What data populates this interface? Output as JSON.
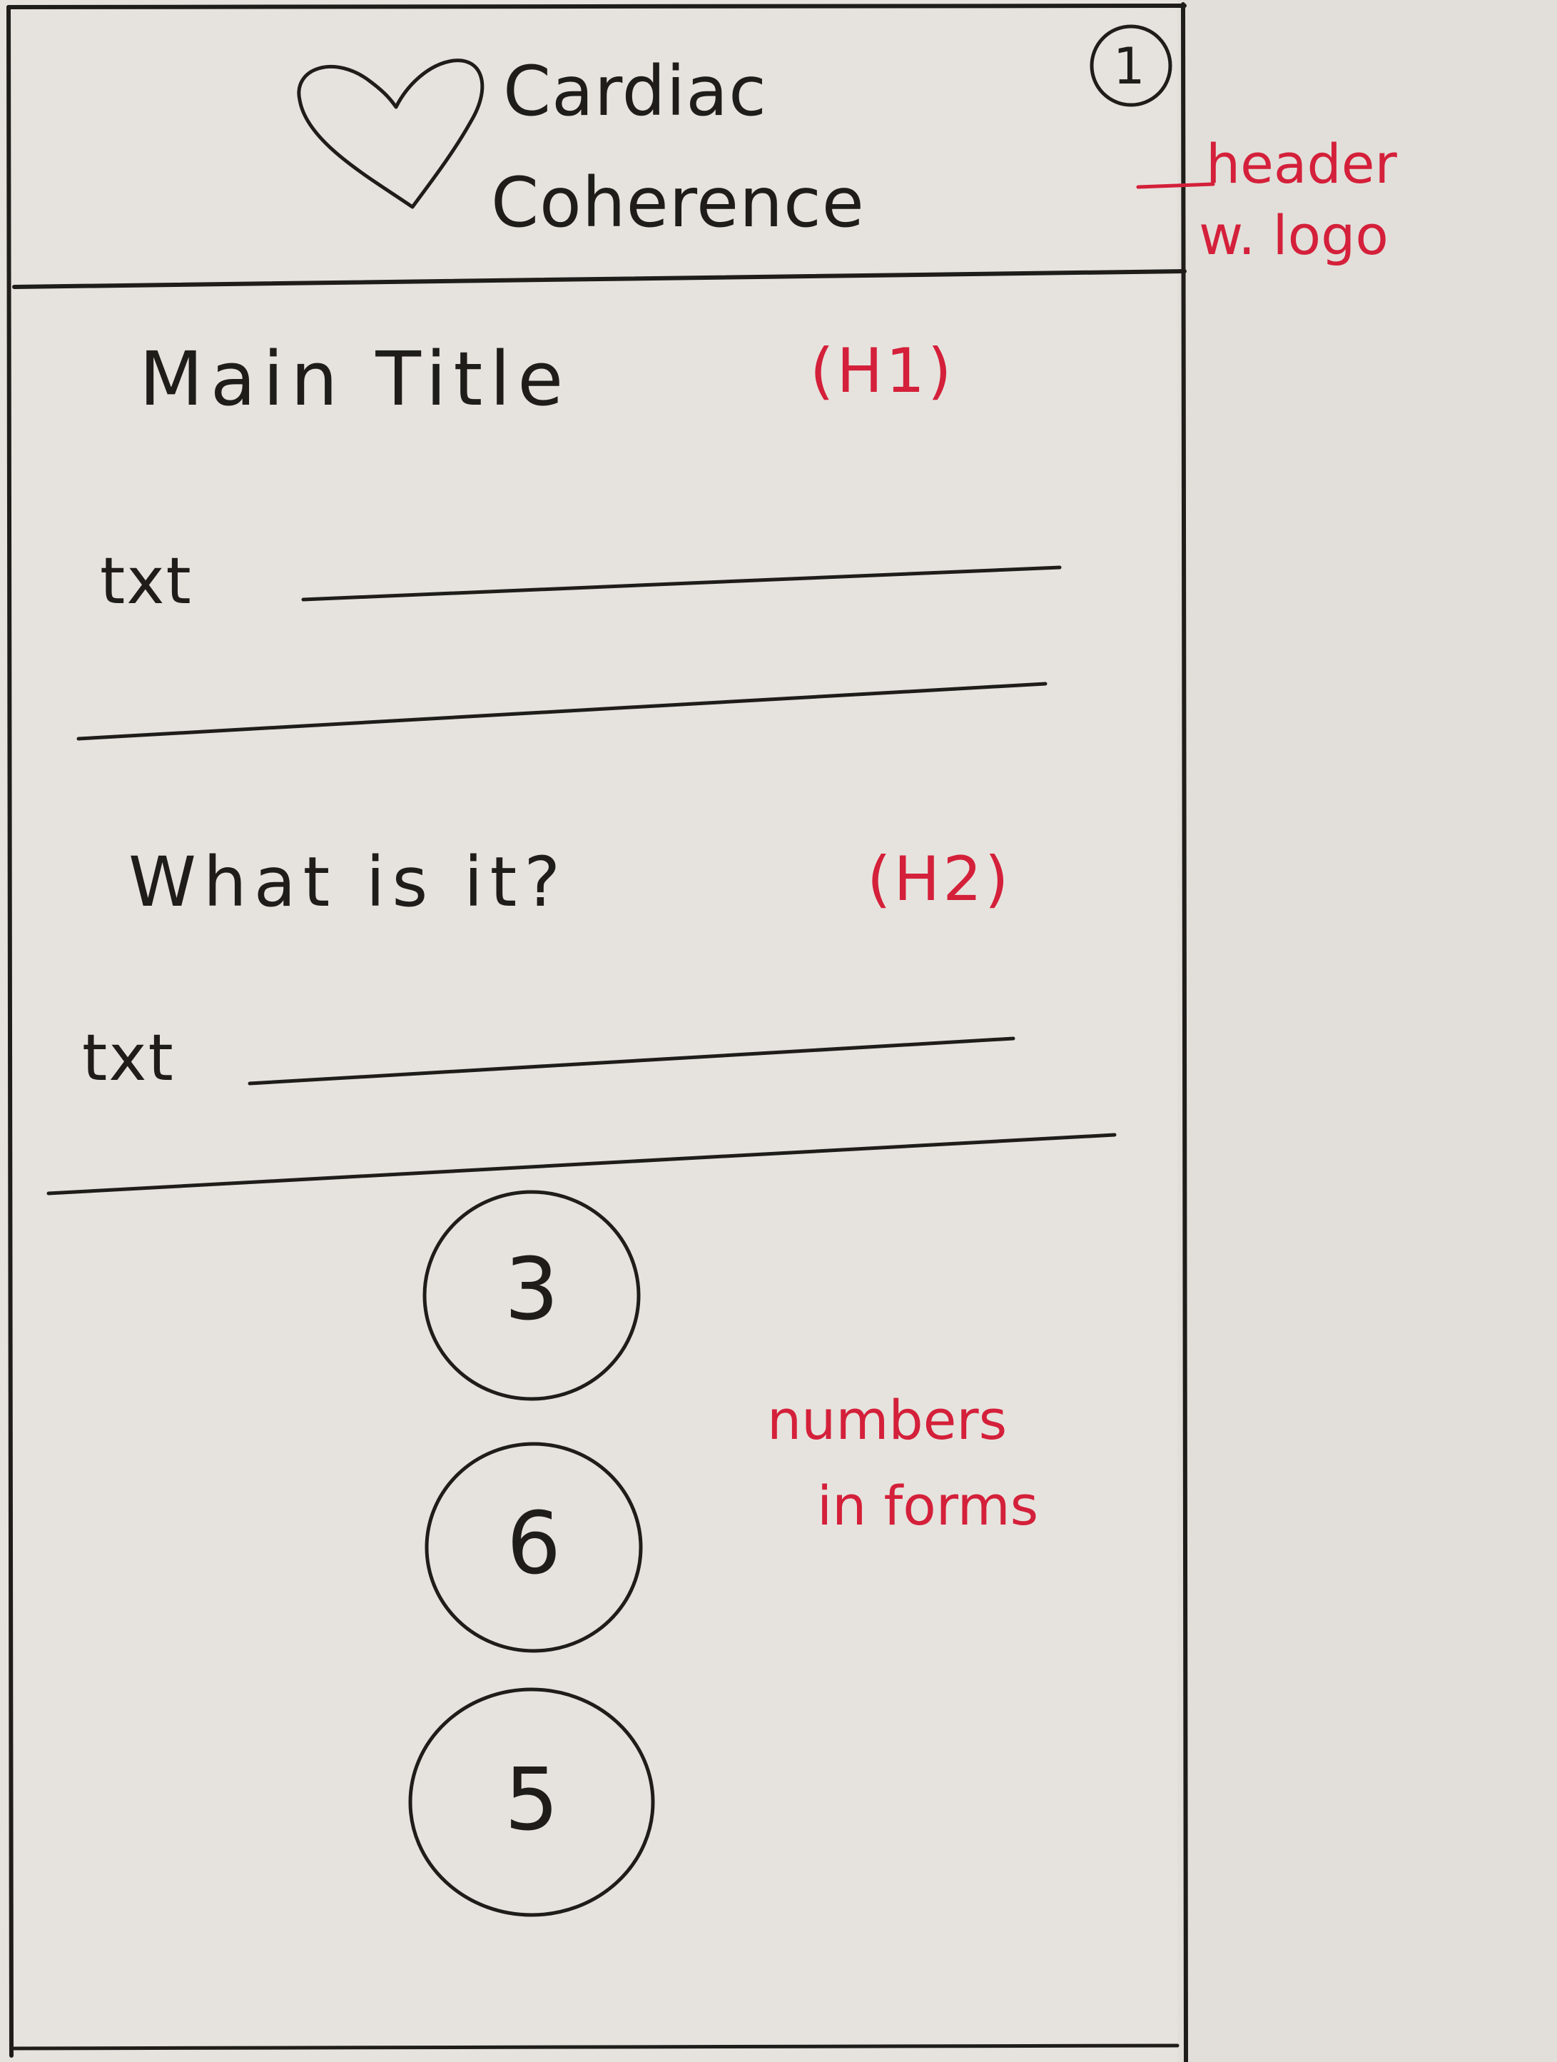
{
  "header": {
    "logo_line1": "Cardiac",
    "logo_line2": "Coherence",
    "marker": "1",
    "note_line1": "header",
    "note_line2": "w. logo"
  },
  "main": {
    "title": "Main Title",
    "title_tag": "(H1)",
    "text_label_1": "txt",
    "subtitle": "What is it?",
    "subtitle_tag": "(H2)",
    "text_label_2": "txt"
  },
  "numbers": {
    "items": [
      "3",
      "6",
      "5"
    ],
    "note_line1": "numbers",
    "note_line2": "in forms"
  }
}
